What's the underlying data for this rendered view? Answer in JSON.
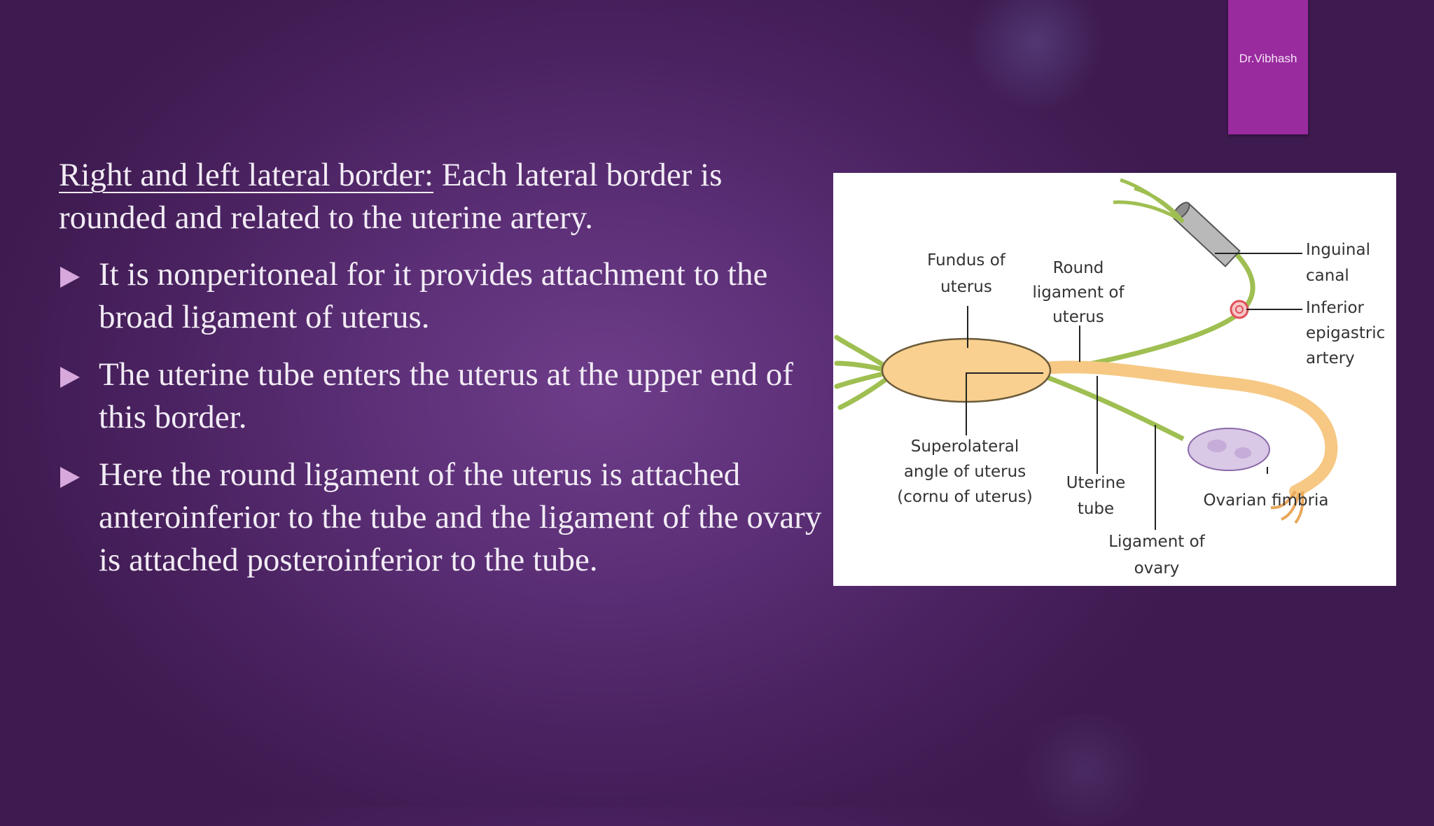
{
  "header": {
    "author": "Dr.Vibhash"
  },
  "lead": {
    "heading": "Right and left lateral border:",
    "text": " Each lateral border is rounded and related to the uterine artery."
  },
  "bullets": [
    "It is nonperitoneal for it provides attachment to the broad ligament of uterus.",
    "The uterine tube enters the uterus at the upper end of this border.",
    "Here the round ligament of the uterus is attached anteroinferior to the tube and the ligament of the ovary is attached posteroinferior to the tube."
  ],
  "figure": {
    "labels": {
      "fundus_1": "Fundus of",
      "fundus_2": "uterus",
      "round_1": "Round",
      "round_2": "ligament of",
      "round_3": "uterus",
      "inguinal_1": "Inguinal",
      "inguinal_2": "canal",
      "epigastric_1": "Inferior",
      "epigastric_2": "epigastric",
      "epigastric_3": "artery",
      "superolateral_1": "Superolateral",
      "superolateral_2": "angle of uterus",
      "superolateral_3": "(cornu of uterus)",
      "tube_1": "Uterine",
      "tube_2": "tube",
      "ovarian_fimbria": "Ovarian fimbria",
      "ligament_ovary_1": "Ligament of",
      "ligament_ovary_2": "ovary"
    }
  },
  "colors": {
    "accent_tag": "#9a2b9f",
    "bullet_arrow": "#d6a8dc",
    "uterus_fill": "#f9d08f",
    "ligament_green": "#9fbf52"
  }
}
